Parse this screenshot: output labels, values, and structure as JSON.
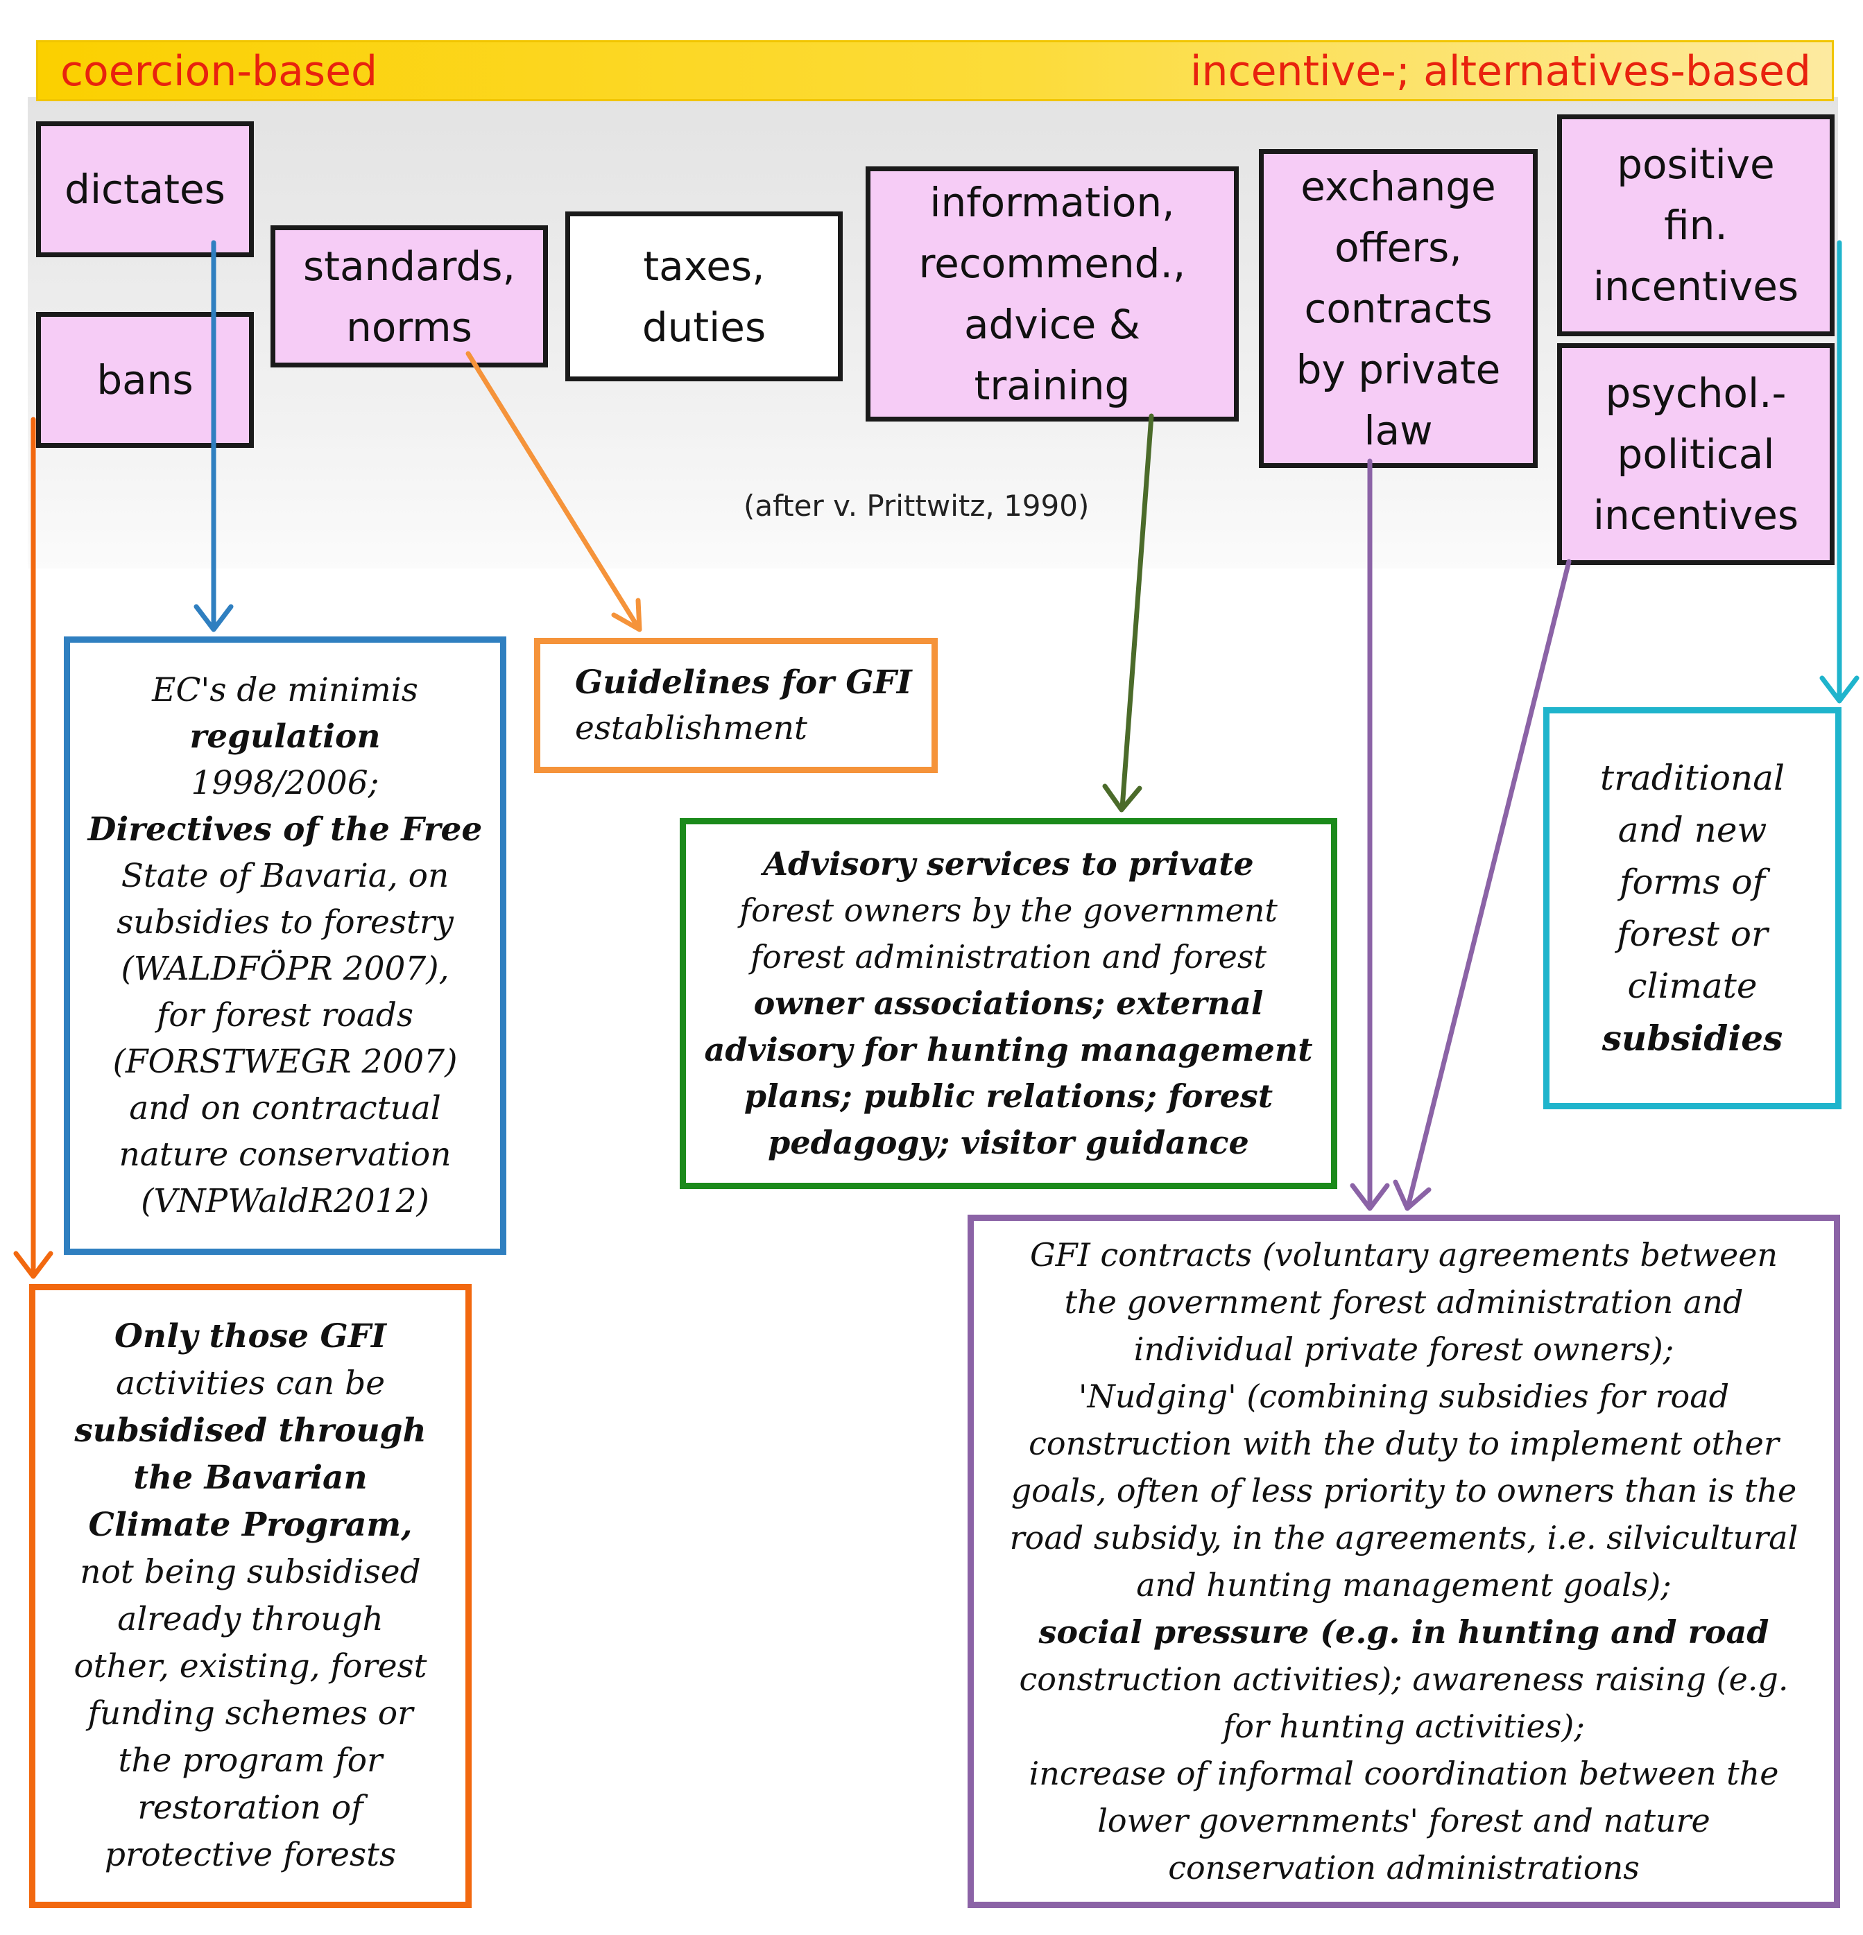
{
  "scale": {
    "left_label": "coercion-based",
    "right_label": "incentive-; alternatives-based"
  },
  "instruments": {
    "dictates": "dictates",
    "bans": "bans",
    "standards": [
      "standards,",
      "norms"
    ],
    "taxes": [
      "taxes,",
      "duties"
    ],
    "information": [
      "information,",
      "recommend.,",
      "advice &",
      "training"
    ],
    "exchange": [
      "exchange",
      "offers,",
      "contracts",
      "by private",
      "law"
    ],
    "positive": [
      "positive",
      "fin.",
      "incentives"
    ],
    "psychol": [
      "psychol.-",
      "political",
      "incentives"
    ]
  },
  "source_credit": "(after v. Prittwitz, 1990)",
  "examples": {
    "blue": [
      "EC's de minimis",
      "regulation",
      "1998/2006;",
      "Directives of the Free",
      "State of Bavaria, on",
      "subsidies to forestry",
      "(WALDFÖPR 2007),",
      "for forest roads",
      "(FORSTWEGR 2007)",
      "and on contractual",
      "nature conservation",
      "(VNPWaldR2012)"
    ],
    "orange_small": [
      "Guidelines for GFI",
      "establishment"
    ],
    "green": [
      "Advisory services to private",
      "forest owners by the government",
      "forest administration and forest",
      "owner associations; external",
      "advisory for hunting management",
      "plans; public relations; forest",
      "pedagogy; visitor guidance"
    ],
    "cyan": [
      "traditional",
      "and new",
      "forms of",
      "forest or",
      "climate",
      "subsidies"
    ],
    "orange": [
      "Only those GFI",
      "activities can be",
      "subsidised through",
      "the Bavarian",
      "Climate Program,",
      "not being subsidised",
      "already through",
      "other, existing, forest",
      "funding schemes or",
      "the program for",
      "restoration of",
      "protective forests"
    ],
    "purple": [
      "GFI contracts (voluntary agreements between",
      "the government forest administration and",
      "individual private forest owners);",
      "'Nudging' (combining subsidies for road",
      "construction with the duty to implement other",
      "goals, often of less priority to owners than is the",
      "road subsidy, in the agreements, i.e. silvicultural",
      "and hunting management goals);",
      "social pressure (e.g. in hunting and road",
      "construction activities); awareness raising  (e.g.",
      "for hunting activities);",
      "increase of informal coordination between the",
      "lower governments' forest and nature",
      "conservation administrations"
    ]
  },
  "colors": {
    "scale_bar": "#fbd000",
    "scale_text": "#e8220e",
    "instrument_fill": "#f6ccf6",
    "blue": "#2f7fc0",
    "orange_light": "#f5933a",
    "green": "#1b8a1b",
    "dark_green_arrow": "#4b6b2a",
    "cyan": "#1fb4cc",
    "orange": "#f2680f",
    "purple": "#8b63a6"
  }
}
